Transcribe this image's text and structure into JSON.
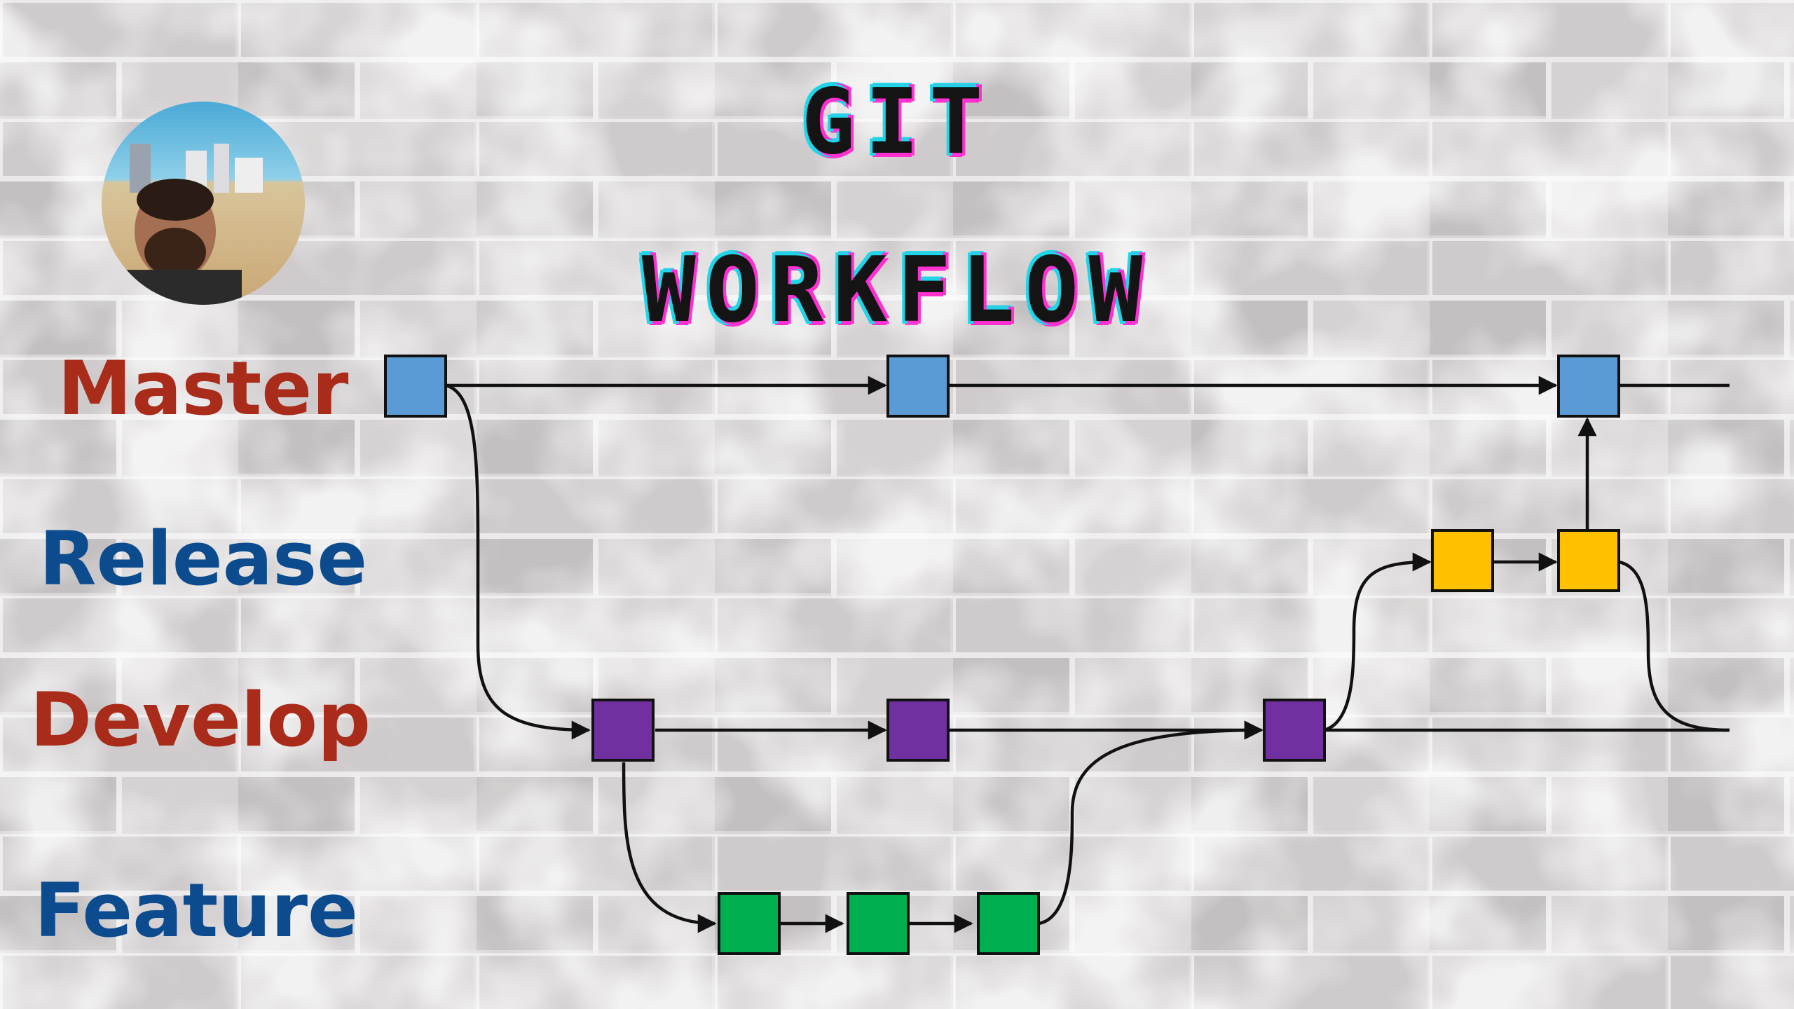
{
  "title": {
    "line1": "GIT",
    "line2": "WORKFLOW"
  },
  "lanes": [
    {
      "label": "Master",
      "color": "#a92b1a"
    },
    {
      "label": "Release",
      "color": "#0c4b8e"
    },
    {
      "label": "Develop",
      "color": "#a92b1a"
    },
    {
      "label": "Feature",
      "color": "#0c4b8e"
    }
  ],
  "colors": {
    "master_commit": "#5b9bd5",
    "release_commit": "#ffc000",
    "develop_commit": "#7030a0",
    "feature_commit": "#00b050",
    "line": "#111111"
  },
  "avatar": {
    "icon": "profile-photo"
  }
}
